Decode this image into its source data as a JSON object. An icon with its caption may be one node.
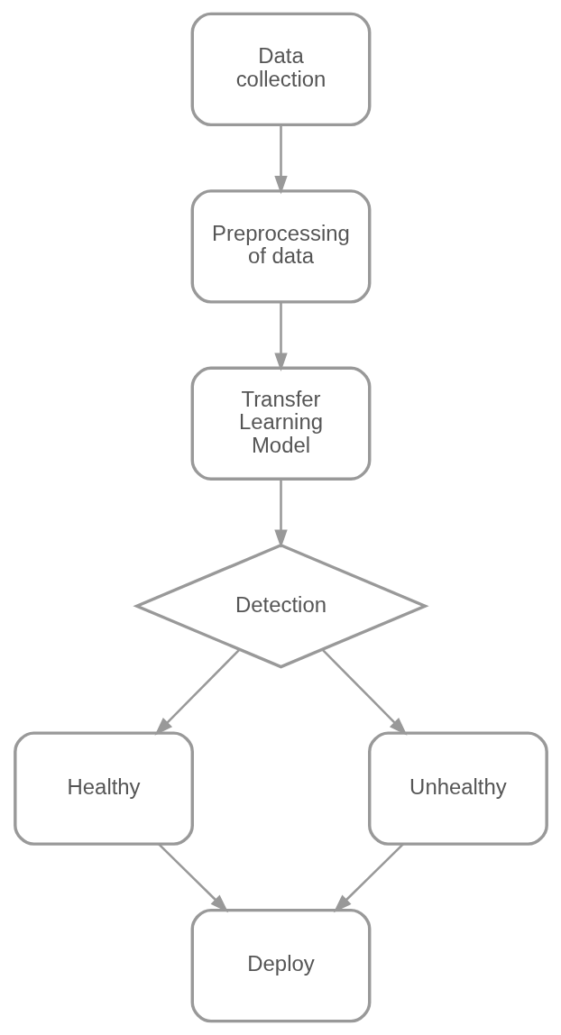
{
  "diagram": {
    "nodes": [
      {
        "text": [
          "Data collection"
        ]
      },
      {
        "text": [
          "Preprocessing of data"
        ]
      },
      {
        "text": [
          "Transfer Learning Model"
        ]
      },
      {
        "text": [
          "Detection"
        ]
      },
      {
        "text": [
          "Healthy"
        ]
      },
      {
        "text": [
          "Unhealthy"
        ]
      },
      {
        "text": [
          "Deploy"
        ]
      }
    ],
    "edges": [
      {
        "from": 0,
        "to": 1,
        "arrow": "to"
      },
      {
        "from": 1,
        "to": 2,
        "arrow": "to"
      },
      {
        "from": 2,
        "to": 3,
        "arrow": "to"
      },
      {
        "from": 3,
        "to": 4,
        "arrow": "to"
      },
      {
        "from": 3,
        "to": 5,
        "arrow": "to"
      },
      {
        "from": 4,
        "to": 6,
        "arrow": "to"
      },
      {
        "from": 5,
        "to": 6,
        "arrow": "to"
      }
    ]
  }
}
